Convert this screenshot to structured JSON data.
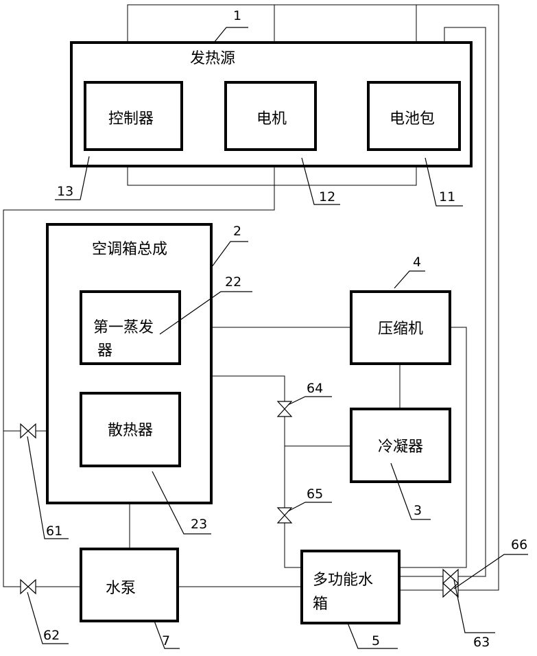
{
  "components": {
    "heat_source": "发热源",
    "controller": "控制器",
    "motor": "电机",
    "battery_pack": "电池包",
    "hvac_assembly": "空调箱总成",
    "evaporator_line1": "第一蒸发",
    "evaporator_line2": "器",
    "radiator": "散热器",
    "compressor": "压缩机",
    "condenser": "冷凝器",
    "water_pump": "水泵",
    "tank_line1": "多功能水",
    "tank_line2": "箱"
  },
  "refs": {
    "heat_source": "1",
    "hvac_assembly": "2",
    "condenser": "3",
    "compressor": "4",
    "tank": "5",
    "water_pump": "7",
    "battery_pack": "11",
    "motor": "12",
    "controller": "13",
    "evaporator": "22",
    "radiator": "23",
    "valve_61": "61",
    "valve_62": "62",
    "valve_63": "63",
    "valve_64": "64",
    "valve_65": "65",
    "valve_66": "66"
  }
}
